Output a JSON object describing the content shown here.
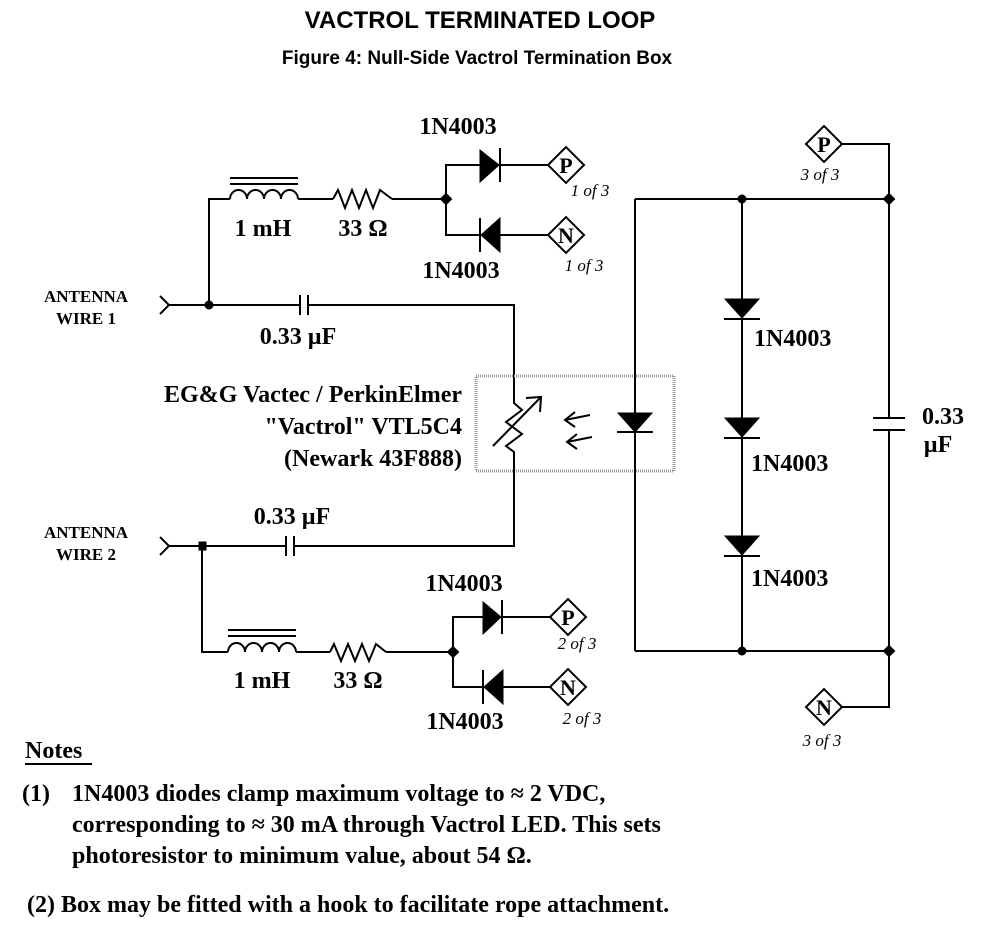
{
  "title": "VACTROL TERMINATED LOOP",
  "subtitle": "Figure 4: Null-Side Vactrol Termination Box",
  "antenna": {
    "wire1": [
      "ANTENNA",
      "WIRE 1"
    ],
    "wire2": [
      "ANTENNA",
      "WIRE 2"
    ]
  },
  "components": {
    "inductor": "1 mH",
    "resistor": "33 Ω",
    "cap": "0.33 µF",
    "diode": "1N4003",
    "cap_right_value": "0.33",
    "cap_right_unit": "µF"
  },
  "terminals": {
    "p_symbol": "P",
    "n_symbol": "N",
    "p1": "1 of 3",
    "n1": "1 of 3",
    "p2": "2 of 3",
    "n2": "2 of 3",
    "p3": "3 of 3",
    "n3": "3 of 3"
  },
  "vactrol": {
    "line1": "EG&G Vactec / PerkinElmer",
    "line2": "\"Vactrol\" VTL5C4",
    "line3": "(Newark 43F888)"
  },
  "notes": {
    "heading": "Notes",
    "n1_num": "(1)",
    "n1_l1": "1N4003 diodes clamp maximum voltage to ≈ 2 VDC,",
    "n1_l2": "corresponding to ≈ 30 mA through Vactrol LED.  This sets",
    "n1_l3": "photoresistor to minimum value, about 54 Ω.",
    "n2": "(2) Box may be fitted with a hook to facilitate rope attachment."
  }
}
